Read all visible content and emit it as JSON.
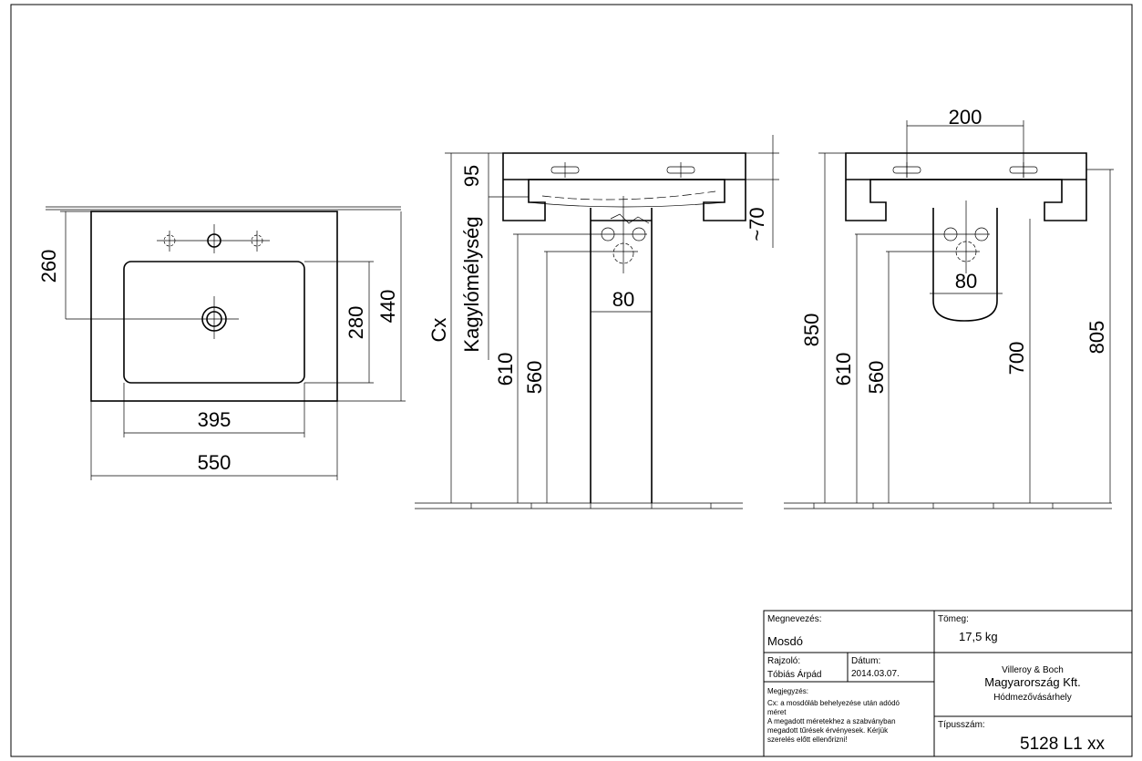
{
  "dimensions": {
    "top_view": {
      "depth_to_tap": "260",
      "bowl_depth": "280",
      "total_depth": "440",
      "bowl_width": "395",
      "total_width": "550"
    },
    "front_view": {
      "rim_height": "95",
      "drain_gap": "~70",
      "total": "Cx",
      "bowl_depth_label": "Kagylómélység",
      "h1": "610",
      "h2": "560",
      "pedestal": "80"
    },
    "side_view": {
      "tap_spacing": "200",
      "h850": "850",
      "h610": "610",
      "h560": "560",
      "h700": "700",
      "h805": "805",
      "pedestal": "80"
    }
  },
  "title_block": {
    "name_label": "Megnevezés:",
    "name_value": "Mosdó",
    "drawn_label": "Rajzoló:",
    "drawn_value": "Tóbiás Árpád",
    "date_label": "Dátum:",
    "date_value": "2014.03.07.",
    "notes_label": "Megjegyzés:",
    "notes_lines": [
      "Cx: a mosdóláb behelyezése után adódó",
      "méret",
      "A megadott méretekhez a szabványban",
      "megadott tűrések érvényesek. Kérjük",
      "szerelés előtt ellenőrizni!"
    ],
    "weight_label": "Tömeg:",
    "weight_value": "17,5 kg",
    "company_line1": "Villeroy  & Boch",
    "company_line2": "Magyarország Kft.",
    "company_line3": "Hódmezővásárhely",
    "type_label": "Típusszám:",
    "type_value": "5128 L1 xx"
  }
}
